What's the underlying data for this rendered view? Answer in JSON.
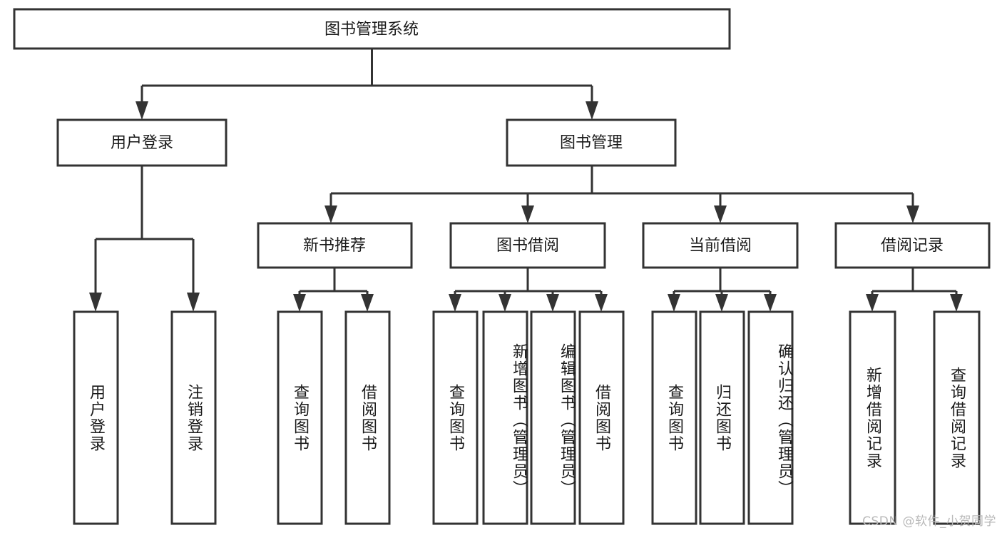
{
  "diagram": {
    "type": "tree-hierarchy",
    "title_node": {
      "id": "root",
      "label": "图书管理系统"
    },
    "level2": [
      {
        "id": "user-login",
        "label": "用户登录"
      },
      {
        "id": "book-manage",
        "label": "图书管理"
      }
    ],
    "level3": [
      {
        "id": "new-book-rec",
        "label": "新书推荐",
        "parent": "book-manage"
      },
      {
        "id": "book-borrow",
        "label": "图书借阅",
        "parent": "book-manage"
      },
      {
        "id": "current-borrow",
        "label": "当前借阅",
        "parent": "book-manage"
      },
      {
        "id": "borrow-record",
        "label": "借阅记录",
        "parent": "book-manage"
      }
    ],
    "leaves": [
      {
        "id": "leaf-user-login",
        "label": "用户登录",
        "parent": "user-login"
      },
      {
        "id": "leaf-logout-login",
        "label": "注销登录",
        "parent": "user-login"
      },
      {
        "id": "leaf-query-book-1",
        "label": "查询图书",
        "parent": "new-book-rec"
      },
      {
        "id": "leaf-borrow-book-1",
        "label": "借阅图书",
        "parent": "new-book-rec"
      },
      {
        "id": "leaf-query-book-2",
        "label": "查询图书",
        "parent": "book-borrow"
      },
      {
        "id": "leaf-add-book",
        "label": "新增图书（管理员）",
        "parent": "book-borrow"
      },
      {
        "id": "leaf-edit-book",
        "label": "编辑图书（管理员）",
        "parent": "book-borrow"
      },
      {
        "id": "leaf-borrow-book-2",
        "label": "借阅图书",
        "parent": "book-borrow"
      },
      {
        "id": "leaf-query-book-3",
        "label": "查询图书",
        "parent": "current-borrow"
      },
      {
        "id": "leaf-return-book",
        "label": "归还图书",
        "parent": "current-borrow"
      },
      {
        "id": "leaf-confirm-return",
        "label": "确认归还（管理员）",
        "parent": "current-borrow"
      },
      {
        "id": "leaf-add-record",
        "label": "新增借阅记录",
        "parent": "borrow-record"
      },
      {
        "id": "leaf-query-record",
        "label": "查询借阅记录",
        "parent": "borrow-record"
      }
    ],
    "colors": {
      "stroke": "#333333",
      "fill": "#ffffff",
      "text": "#1a1a1a",
      "watermark": "#b9b9b9",
      "background": "#ffffff"
    }
  },
  "watermark": {
    "text": "CSDN @软件_小贺同学"
  }
}
